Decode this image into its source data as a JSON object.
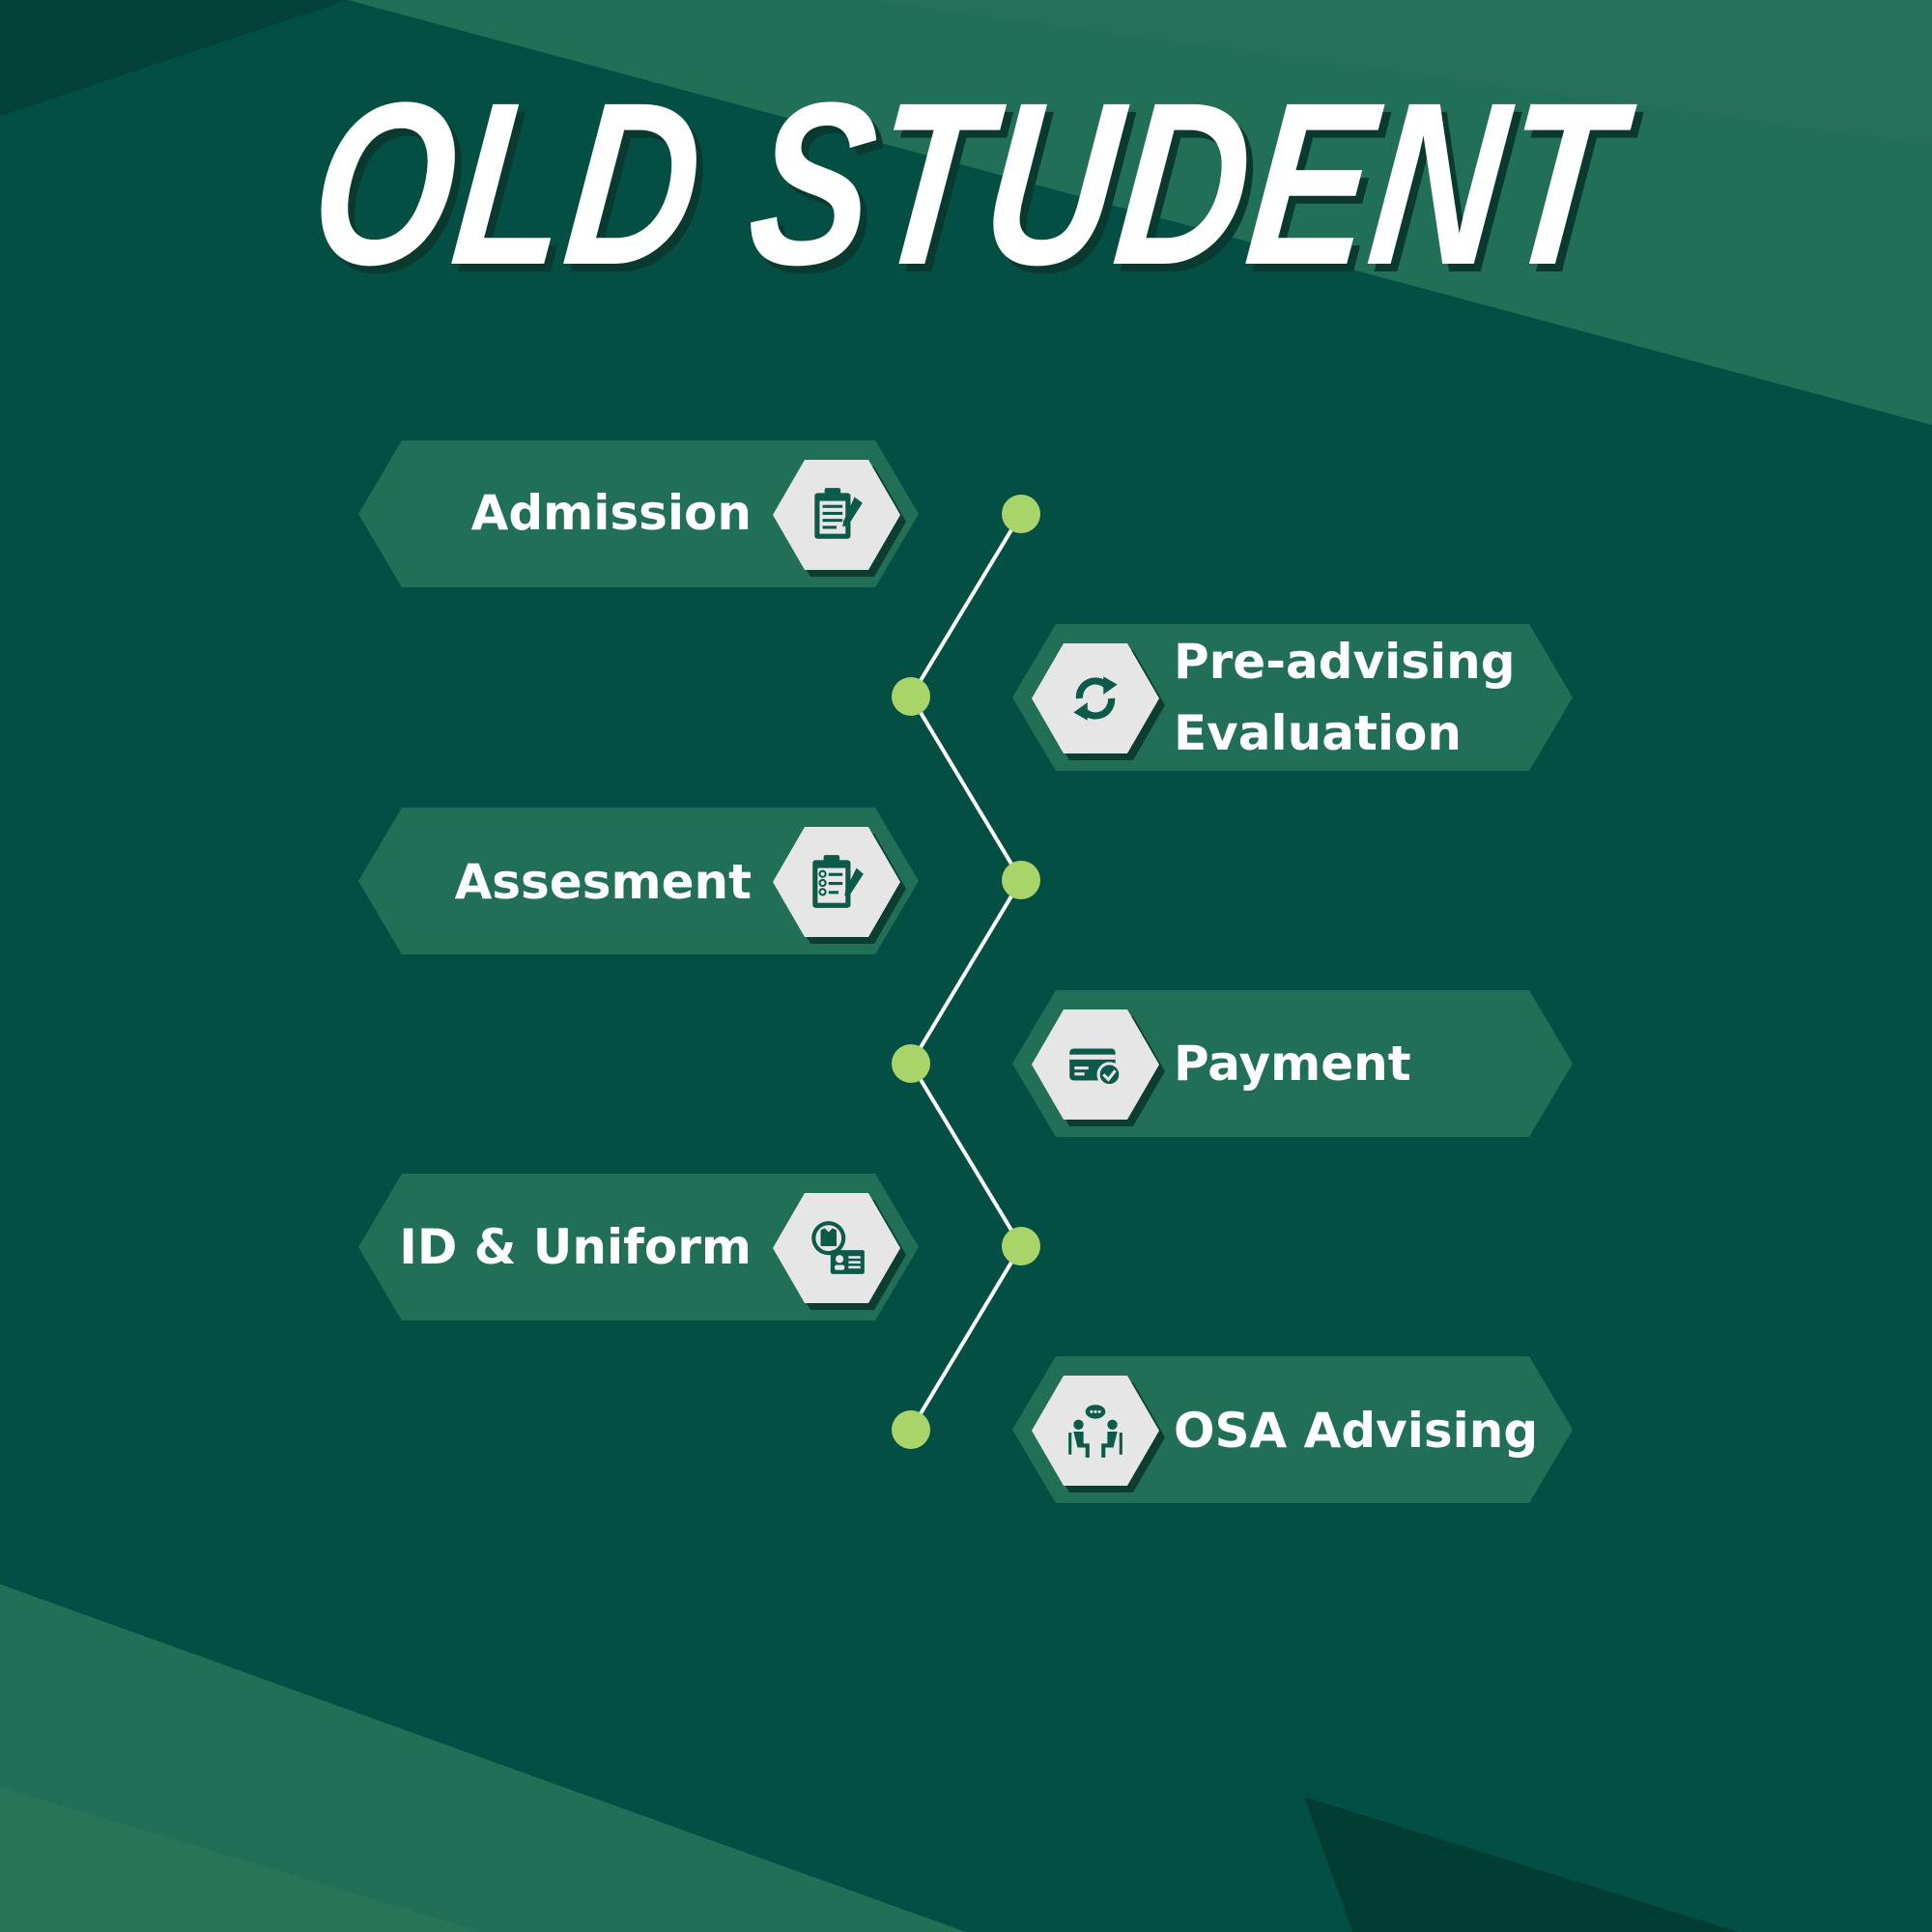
{
  "title": "OLD STUDENT",
  "steps": [
    {
      "label": "Admission",
      "icon": "clipboard-pencil-icon"
    },
    {
      "label_line1": "Pre-advising",
      "label_line2": "Evaluation",
      "icon": "refresh-cycle-icon"
    },
    {
      "label": "Assesment",
      "icon": "checklist-clipboard-icon"
    },
    {
      "label": "Payment",
      "icon": "credit-card-check-icon"
    },
    {
      "label": "ID & Uniform",
      "icon": "uniform-id-card-icon"
    },
    {
      "label": "OSA Advising",
      "icon": "advising-conversation-icon"
    }
  ],
  "colors": {
    "background": "#034f44",
    "banner": "#216f57",
    "hex_icon_bg": "#e6e6e6",
    "connector_dot": "#a9d46a",
    "connector_line": "#ffffff",
    "text": "#ffffff"
  }
}
